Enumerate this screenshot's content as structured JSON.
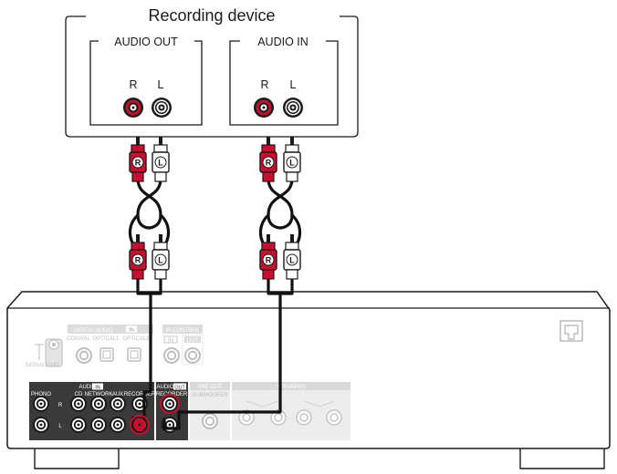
{
  "recording_device": {
    "title": "Recording device",
    "audio_out_label": "AUDIO OUT",
    "audio_in_label": "AUDIO IN",
    "r_label": "R",
    "l_label": "L"
  },
  "plugs": {
    "right": "R",
    "left": "L"
  },
  "amplifier": {
    "digital_audio_label": "DIGITAL AUDIO",
    "digital_audio_badge": "IN",
    "coaxial_label": "COAXIAL",
    "optical1_label": "OPTICAL1",
    "optical2_label": "OPTICAL2",
    "ir_control_label": "IR CONTROL",
    "ir_in_label": "IN",
    "ir_out_label": "OUT",
    "signal_gnd_label": "SIGNAL GND",
    "audio_in_label": "AUDIO",
    "audio_in_badge": "IN",
    "audio_out_label": "AUDIO",
    "audio_out_badge": "OUT",
    "phono_label": "PHONO",
    "cd_label": "CD",
    "network_label": "NETWORK",
    "aux_label": "AUX",
    "recorder_in_label": "RECORDER",
    "recorder_out_label": "RECORDER",
    "pre_out_label": "PRE OUT",
    "subwoofer_label": "SUBWOOFER",
    "speakers_label": "SPEAKERS",
    "row_r": "R",
    "row_l": "L"
  },
  "colors": {
    "right_channel": "#c8102e",
    "left_channel": "#ffffff",
    "cable": "#111111",
    "panel_dark": "#3a3a3a",
    "panel_light": "#d9d9d9"
  }
}
